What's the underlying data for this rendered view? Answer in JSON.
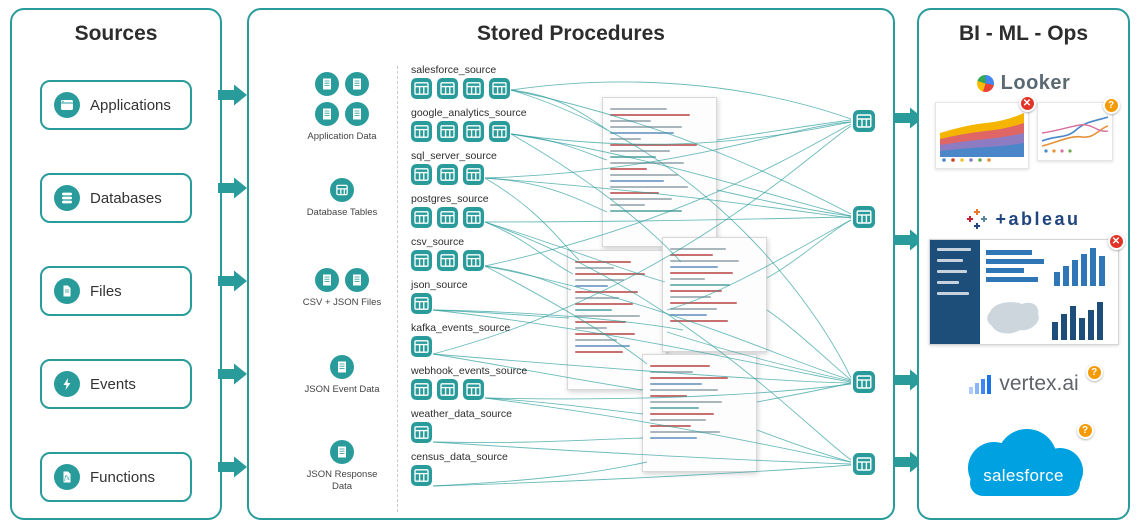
{
  "glyphs": {
    "error": "✕",
    "warning": "?"
  },
  "sources_panel": {
    "title": "Sources",
    "items": [
      {
        "label": "Applications"
      },
      {
        "label": "Databases"
      },
      {
        "label": "Files"
      },
      {
        "label": "Events"
      },
      {
        "label": "Functions"
      }
    ]
  },
  "procedures_panel": {
    "title": "Stored Procedures",
    "staging": [
      {
        "label": "Application Data",
        "count": 4
      },
      {
        "label": "Database Tables",
        "count": 1
      },
      {
        "label": "CSV + JSON Files",
        "count": 2
      },
      {
        "label": "JSON Event Data",
        "count": 1
      },
      {
        "label": "JSON Response Data",
        "count": 1
      }
    ],
    "source_groups": [
      {
        "label": "salesforce_source",
        "count": 4
      },
      {
        "label": "google_analytics_source",
        "count": 4
      },
      {
        "label": "sql_server_source",
        "count": 3
      },
      {
        "label": "postgres_source",
        "count": 3
      },
      {
        "label": "csv_source",
        "count": 3
      },
      {
        "label": "json_source",
        "count": 1
      },
      {
        "label": "kafka_events_source",
        "count": 1
      },
      {
        "label": "webhook_events_source",
        "count": 3
      },
      {
        "label": "weather_data_source",
        "count": 1
      },
      {
        "label": "census_data_source",
        "count": 1
      }
    ],
    "output_count": 4
  },
  "bi_panel": {
    "title": "BI - ML - Ops",
    "items": [
      {
        "name": "looker",
        "label": "Looker",
        "status": [
          "error",
          "warning"
        ]
      },
      {
        "name": "tableau",
        "label": "+ableau",
        "status": [
          "error"
        ]
      },
      {
        "name": "vertex-ai",
        "label": "vertex.ai",
        "status": [
          "warning"
        ]
      },
      {
        "name": "salesforce",
        "label": "salesforce",
        "status": [
          "warning"
        ]
      }
    ]
  },
  "colors": {
    "teal": "#2a9b9b",
    "error": "#e23327",
    "warning": "#f59a00"
  }
}
